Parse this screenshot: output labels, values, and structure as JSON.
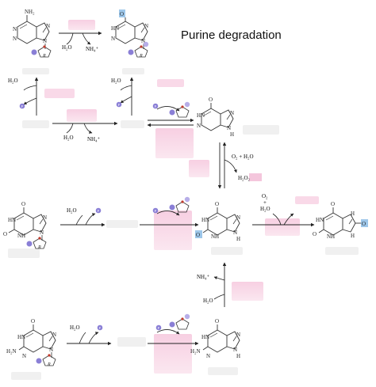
{
  "title": "Purine degradation",
  "reagents": {
    "water": "H₂O",
    "ammonium": "NH₄⁺",
    "ammonium_plus": "NH₄⁺",
    "o2_plus_water": "O₂ + H₂O",
    "h2o2": "H₂O₂",
    "o2": "O₂",
    "plus": "+"
  },
  "atoms": {
    "n": "N",
    "nh": "NH",
    "hn": "HN",
    "h": "H",
    "o": "O",
    "nh2": "NH₂",
    "h2n": "H₂N",
    "r": "R",
    "p": "P"
  },
  "colors": {
    "phosphate": "#8a7fd6",
    "ribose_ring": "#333333",
    "ribose_red": "#c0392b",
    "highlight_blue": "#9ec7ea",
    "blank_pink": "#f9d9e8",
    "h2o2_highlight": "#f4c6dc"
  }
}
